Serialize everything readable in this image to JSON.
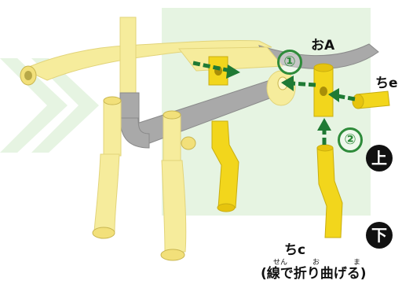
{
  "labels": {
    "part_oa": "おA",
    "part_chie": "ちe",
    "part_chic": "ちc",
    "instruction": "(線で折り曲げる)",
    "ruby_sen": "せん",
    "ruby_o": "お",
    "ruby_ma": "ま"
  },
  "steps": {
    "one": "①",
    "two": "②"
  },
  "badges": {
    "top": "上",
    "bottom": "下"
  },
  "colors": {
    "pale_yellow": "#f6ec9c",
    "bright_yellow": "#f2d61c",
    "pipe_gray": "#a9a9a9",
    "pale_green": "#e6f4e2",
    "arrow_green": "#1f7a34",
    "badge_black": "#111111"
  }
}
